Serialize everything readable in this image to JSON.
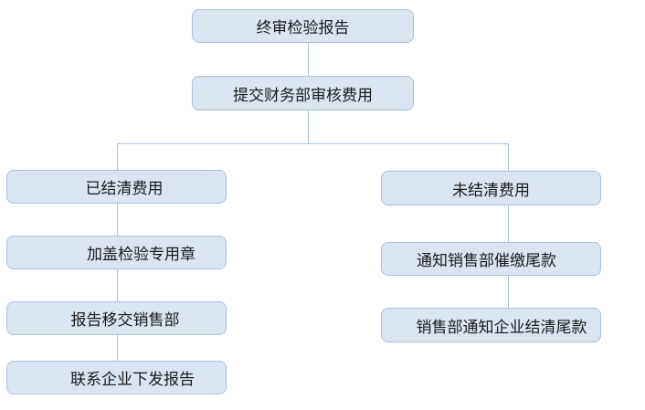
{
  "diagram": {
    "type": "flowchart",
    "nodes": {
      "final_report": {
        "label": "终审检验报告"
      },
      "submit_finance_review": {
        "label": "提交财务部审核费用"
      },
      "fees_settled": {
        "label": "已结清费用"
      },
      "stamp_inspection_seal": {
        "label": "加盖检验专用章"
      },
      "report_to_sales": {
        "label": "报告移交销售部"
      },
      "contact_enterprise_issue": {
        "label": "联系企业下发报告"
      },
      "fees_unsettled": {
        "label": "未结清费用"
      },
      "notify_sales_collect": {
        "label": "通知销售部催缴尾款"
      },
      "sales_notify_settle": {
        "label": "销售部通知企业结清尾款"
      }
    },
    "edges": [
      [
        "final_report",
        "submit_finance_review"
      ],
      [
        "submit_finance_review",
        "fees_settled"
      ],
      [
        "submit_finance_review",
        "fees_unsettled"
      ],
      [
        "fees_settled",
        "stamp_inspection_seal"
      ],
      [
        "stamp_inspection_seal",
        "report_to_sales"
      ],
      [
        "report_to_sales",
        "contact_enterprise_issue"
      ],
      [
        "fees_unsettled",
        "notify_sales_collect"
      ],
      [
        "notify_sales_collect",
        "sales_notify_settle"
      ]
    ],
    "colors": {
      "node_fill": "#dbe5f2",
      "node_border": "#a9c0dc",
      "connector_line": "#a9c0dc",
      "text": "#1a1a1a",
      "background": "#ffffff"
    }
  }
}
